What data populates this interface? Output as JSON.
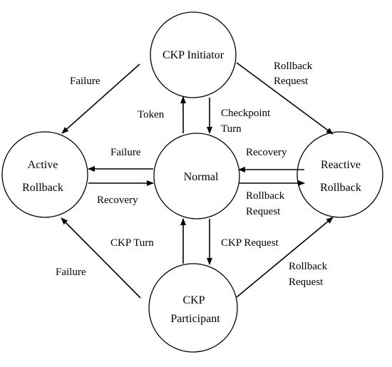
{
  "nodes": {
    "initiator": {
      "lines": [
        "CKP Initiator"
      ]
    },
    "normal": {
      "lines": [
        "Normal"
      ]
    },
    "active": {
      "lines": [
        "Active",
        "Rollback"
      ]
    },
    "reactive": {
      "lines": [
        "Reactive",
        "Rollback"
      ]
    },
    "participant": {
      "lines": [
        "CKP",
        "Participant"
      ]
    }
  },
  "edges": {
    "initiator_to_active": {
      "lines": [
        "Failure"
      ]
    },
    "initiator_to_reactive": {
      "lines": [
        "Rollback",
        "Request"
      ]
    },
    "normal_to_initiator": {
      "lines": [
        "Token"
      ]
    },
    "initiator_to_normal": {
      "lines": [
        "Checkpoint",
        "Turn"
      ]
    },
    "normal_to_active": {
      "lines": [
        "Failure"
      ]
    },
    "active_to_normal": {
      "lines": [
        "Recovery"
      ]
    },
    "reactive_to_normal": {
      "lines": [
        "Recovery"
      ]
    },
    "normal_to_reactive": {
      "lines": [
        "Rollback",
        "Request"
      ]
    },
    "participant_to_normal": {
      "lines": [
        "CKP Turn"
      ]
    },
    "normal_to_participant": {
      "lines": [
        "CKP Request"
      ]
    },
    "participant_to_active": {
      "lines": [
        "Failure"
      ]
    },
    "participant_to_reactive": {
      "lines": [
        "Rollback",
        "Request"
      ]
    }
  }
}
